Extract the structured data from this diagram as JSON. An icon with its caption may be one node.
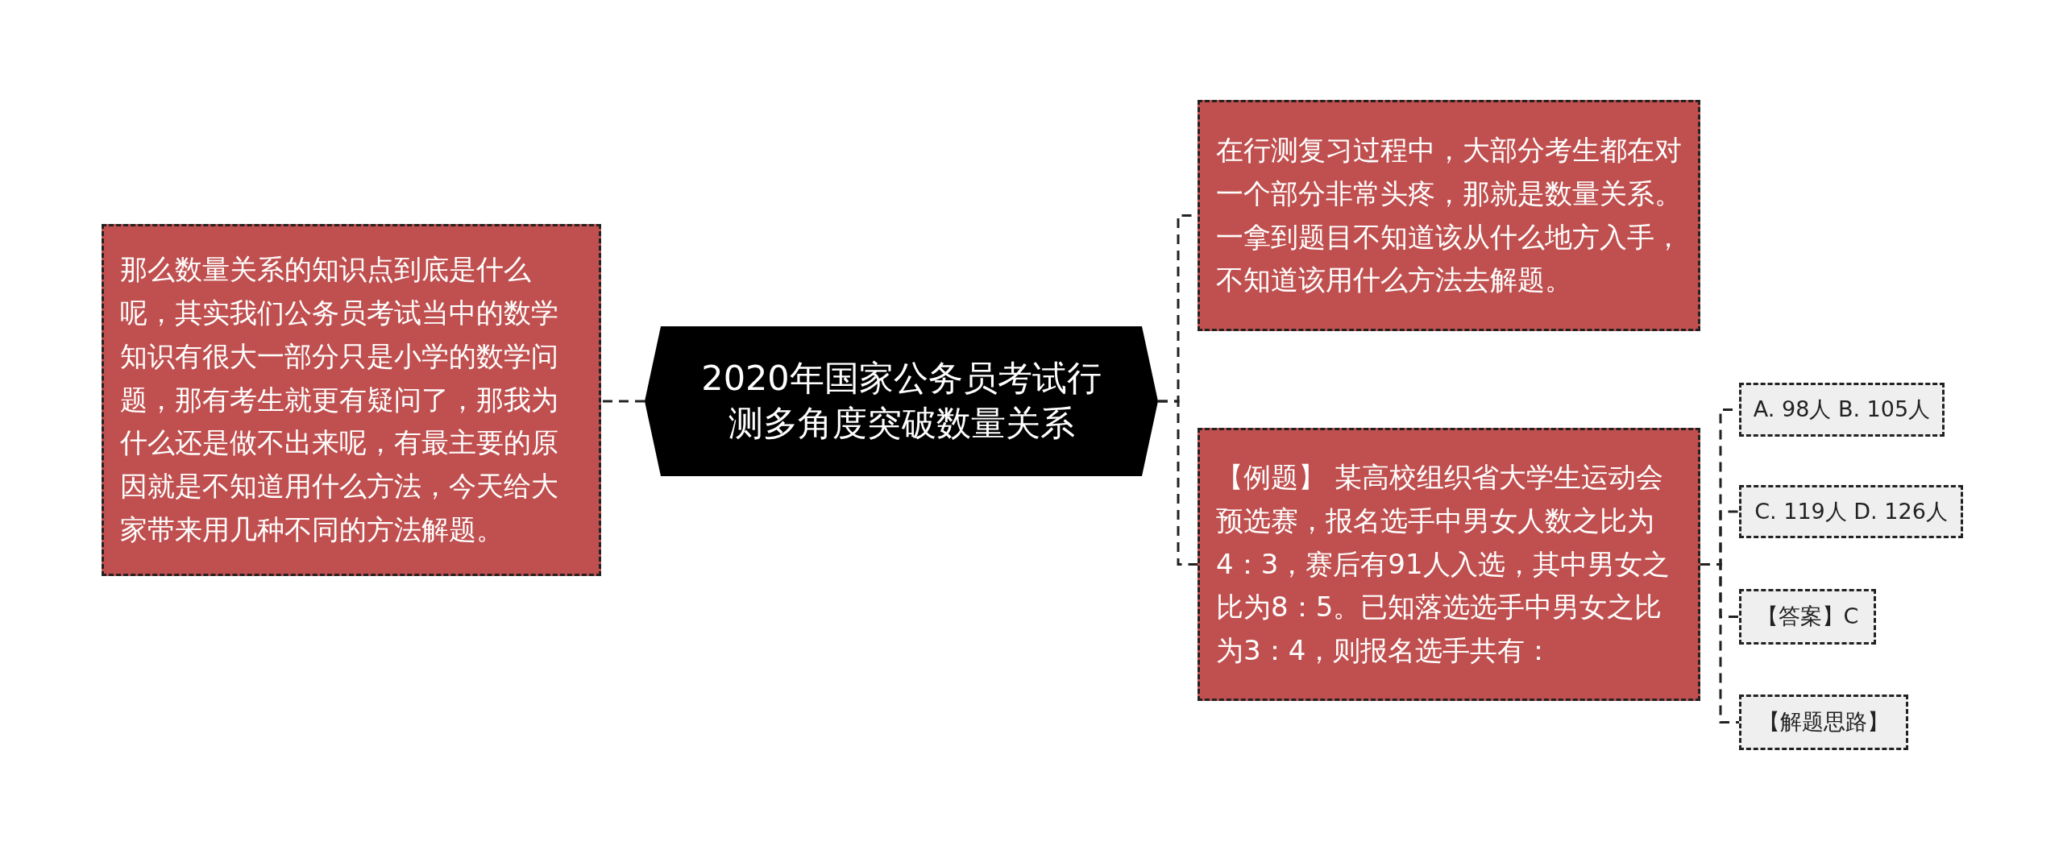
{
  "diagram": {
    "nodes": [
      {
        "text": [
          "2020年国家公务员考试行测多角度突破数量关系"
        ]
      },
      {
        "text": [
          "那么数量关系的知识点到底是什么呢，其实我们公务员考试当中的数学知识有很大一部分只是小学的数学问题，那有考生就更有疑问了，那我为什么还是做不出来呢，有最主要的原因就是不知道用什么方法，今天给大家带来用几种不同的方法解题。"
        ]
      },
      {
        "text": [
          "在行测复习过程中，大部分考生都在对一个部分非常头疼，那就是数量关系。一拿到题目不知道该从什么地方入手，不知道该用什么方法去解题。"
        ]
      },
      {
        "text": [
          "【例题】 某高校组织省大学生运动会预选赛，报名选手中男女人数之比为4：3，赛后有91人入选，其中男女之比为8：5。已知落选选手中男女之比为3：4，则报名选手共有："
        ]
      },
      {
        "text": [
          "A. 98人 B. 105人"
        ]
      },
      {
        "text": [
          "C. 119人 D. 126人"
        ]
      },
      {
        "text": [
          "【答案】C"
        ]
      },
      {
        "text": [
          "【解题思路】"
        ]
      }
    ],
    "edges": [
      {
        "from": 0,
        "to": 1,
        "arrow": "none"
      },
      {
        "from": 0,
        "to": 2,
        "arrow": "none"
      },
      {
        "from": 0,
        "to": 3,
        "arrow": "none"
      },
      {
        "from": 3,
        "to": 4,
        "arrow": "none"
      },
      {
        "from": 3,
        "to": 5,
        "arrow": "none"
      },
      {
        "from": 3,
        "to": 6,
        "arrow": "none"
      },
      {
        "from": 3,
        "to": 7,
        "arrow": "none"
      }
    ]
  }
}
